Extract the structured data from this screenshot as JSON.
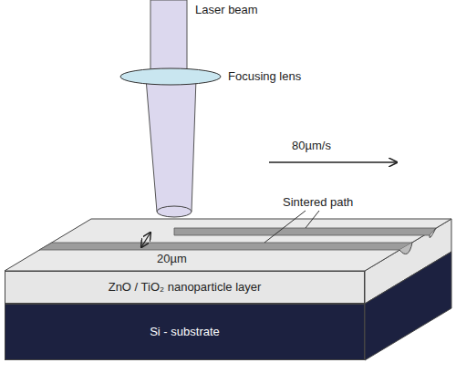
{
  "diagram": {
    "nodes": [
      {
        "text": [
          "ZnO / TiO₂ nanoparticle layer"
        ]
      },
      {
        "text": [
          "Si - substrate"
        ]
      }
    ],
    "labels": [
      "Laser beam",
      "Focusing lens",
      "80µm/s",
      "Sintered path",
      "20µm"
    ]
  }
}
